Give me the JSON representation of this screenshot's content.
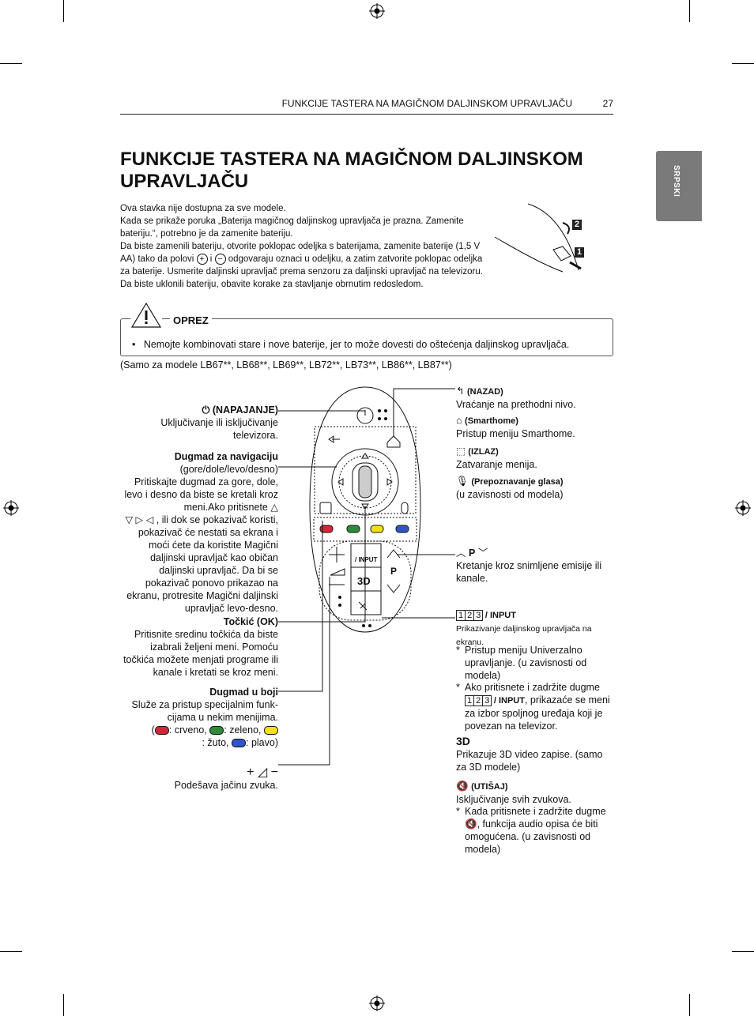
{
  "header": {
    "section_title": "FUNKCIJE TASTERA NA MAGIČNOM DALJINSKOM UPRAVLJAČU",
    "page_number": "27"
  },
  "side_tab": {
    "label": "SRPSKI"
  },
  "title_line1": "FUNKCIJE TASTERA NA MAGIČNOM DALJINSKOM",
  "title_line2": "UPRAVLJAČU",
  "intro": {
    "line1": "Ova stavka nije dostupna za sve modele.",
    "line2": "Kada se prikaže poruka „Baterija magičnog daljinskog upravljača je prazna. Zamenite bateriju.“, potrebno je da zamenite bateriju.",
    "line3a": "Da biste zamenili bateriju, otvorite poklopac odeljka s baterijama, zamenite baterije (1,5 V AA) tako da polovi",
    "plus": "+",
    "and": "i",
    "minus": "−",
    "line3b": "odgovaraju oznaci u odeljku, a zatim zatvorite poklopac odeljka za baterije. Usmerite daljinski upravljač prema senzoru za daljinski upravljač na televizoru.",
    "line4": "Da biste uklonili bateriju, obavite korake za stavljanje obrnutim redosledom."
  },
  "battery_figure": {
    "step1": "1",
    "step2": "2"
  },
  "caution": {
    "label": "OPREZ",
    "bullet": "•",
    "text": "Nemojte kombinovati stare i nove baterije, jer to može dovesti do oštećenja daljinskog upravljača."
  },
  "models_note": "(Samo za modele LB67**, LB68**, LB69**, LB72**, LB73**, LB86**, LB87**)",
  "left": {
    "power_title": "(NAPAJANJE)",
    "power_desc": "Uključivanje ili isključivanje televizora.",
    "nav_title": "Dugmad za navigaciju",
    "nav_sub": "(gore/dole/levo/desno)",
    "nav_desc1": "Pritiskajte dugmad za gore, dole, levo i desno da biste se kretali kroz meni.Ako pritisnete",
    "nav_desc2": ", ili dok se pokazivač koristi, pokazivač će nestati sa ekrana i moći ćete da koristite Magični daljinski upravljač kao običan daljinski upravljač. Da bi se pokazivač ponovo prikazao na ekranu, protresite Magični daljinski upravljač levo-desno.",
    "wheel_title": "Točkić (OK)",
    "wheel_desc": "Pritisnite sredinu točkića da biste izabrali željeni meni. Pomoću točkića možete menjati programe ili kanale i kretati se kroz meni.",
    "color_title": "Dugmad u boji",
    "color_desc": "Služe za pristup specijalnim funk-cijama u nekim menijima.",
    "color_red": ": crveno,",
    "color_green": ": zeleno,",
    "color_yellow": ": žuto,",
    "color_blue": ": plavo)",
    "vol_desc": "Podešava jačinu zvuka."
  },
  "right": {
    "back_title": "(NAZAD)",
    "back_desc": "Vraćanje na prethodni nivo.",
    "home_title": "(Smarthome)",
    "home_desc": "Pristup meniju Smarthome.",
    "exit_title": "(IZLAZ)",
    "exit_desc": "Zatvaranje menija.",
    "voice_title": "(Prepoznavanje glasa)",
    "voice_desc": "(u zavisnosti od modela)",
    "ch_p": "P",
    "ch_desc": "Kretanje kroz snimljene emisije ili kanale.",
    "num1": "1",
    "num2": "2",
    "num3": "3",
    "input_title": "/ INPUT",
    "input_desc": "Prikazivanje daljinskog upravljača na ekranu.",
    "input_b1": "Pristup meniju Univerzalno upravljanje. (u zavisnosti od modela)",
    "input_b2a": "Ako pritisnete i zadržite dugme",
    "input_b2b": "/ INPUT",
    "input_b2c": ", prikazaće se meni za izbor spoljnog uređaja koji je povezan na televizor.",
    "td_label": "3D",
    "td_desc": "Prikazuje 3D video zapise. (samo za 3D modele)",
    "mute_title": "(UTIŠAJ)",
    "mute_desc": "Isključivanje svih zvukova.",
    "mute_b1a": "Kada pritisnete i zadržite dugme",
    "mute_b1b": ", funkcija audio opisa će biti omogućena. (u zavisnosti od modela)",
    "star": "*"
  },
  "remote": {
    "p_label": "P",
    "input_label": "/ INPUT",
    "td_label": "3D"
  },
  "colors": {
    "red": "#d8243a",
    "green": "#2e8b3a",
    "yellow": "#f1e01a",
    "blue": "#2f55c8"
  }
}
